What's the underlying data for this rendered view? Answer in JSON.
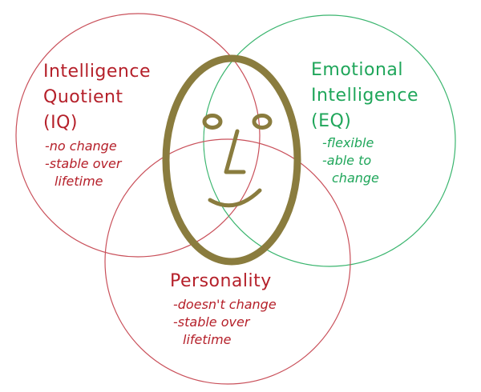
{
  "colors": {
    "iq": "#b5202a",
    "eq": "#1fa65a",
    "personality": "#b5202a",
    "face": "#8a7c3e",
    "circle_iq": "#c9505a",
    "circle_eq": "#3ab56e",
    "circle_personality": "#c9505a"
  },
  "iq": {
    "title_lines": [
      "Intelligence",
      "Quotient",
      "(IQ)"
    ],
    "bullets": [
      "-no change",
      "-stable over",
      "lifetime"
    ]
  },
  "eq": {
    "title_lines": [
      "Emotional",
      "Intelligence",
      "(EQ)"
    ],
    "bullets": [
      "-flexible",
      "-able to",
      "change"
    ]
  },
  "personality": {
    "title_lines": [
      "Personality"
    ],
    "bullets": [
      "-doesn't change",
      "-stable over",
      "lifetime"
    ]
  },
  "face_icon": "face-icon"
}
